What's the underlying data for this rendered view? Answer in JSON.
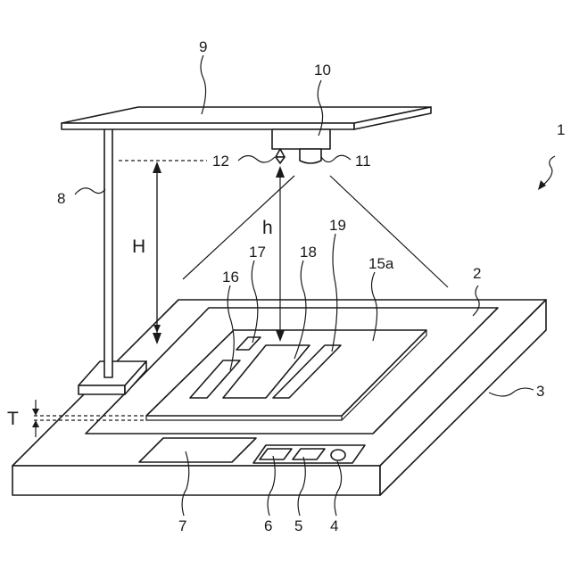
{
  "labels": {
    "l1": "1",
    "l2": "2",
    "l3": "3",
    "l4": "4",
    "l5": "5",
    "l6": "6",
    "l7": "7",
    "l8": "8",
    "l9": "9",
    "l10": "10",
    "l11": "11",
    "l12": "12",
    "l15a": "15a",
    "l16": "16",
    "l17": "17",
    "l18": "18",
    "l19": "19"
  },
  "dimensions": {
    "H": "H",
    "h": "h",
    "T": "T"
  }
}
